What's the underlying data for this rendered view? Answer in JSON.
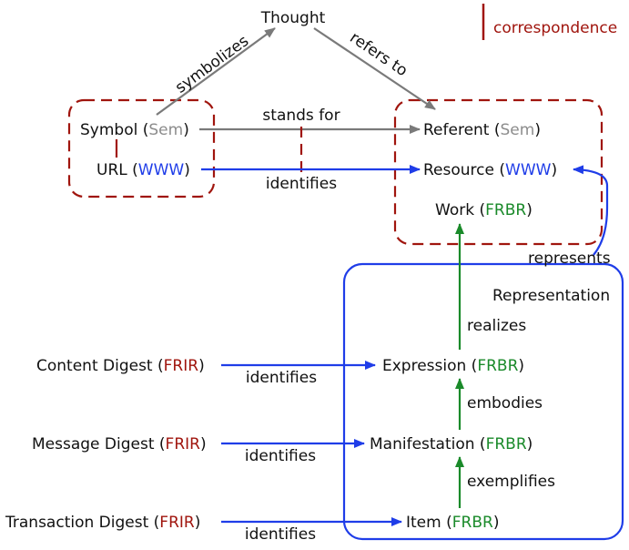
{
  "colors": {
    "black": "#111111",
    "gray": "#7a7a7a",
    "sem": "#8c8c8c",
    "www": "#1f3de8",
    "frbr": "#1a8a2a",
    "frir": "#a0150e",
    "correspondence": "#a0150e",
    "representation": "#1f3de8"
  },
  "legend": {
    "label": "correspondence"
  },
  "triangle": {
    "thought": "Thought",
    "symbolizes": "symbolizes",
    "refers_to": "refers to",
    "stands_for": "stands for"
  },
  "symbol": {
    "name": "Symbol",
    "tag": "Sem"
  },
  "url": {
    "name": "URL",
    "tag": "WWW"
  },
  "referent": {
    "name": "Referent",
    "tag": "Sem"
  },
  "resource": {
    "name": "Resource",
    "tag": "WWW"
  },
  "work": {
    "name": "Work",
    "tag": "FRBR"
  },
  "edges": {
    "identifies_url": "identifies",
    "represents": "represents",
    "realizes": "realizes",
    "embodies": "embodies",
    "exemplifies": "exemplifies",
    "identifies_content": "identifies",
    "identifies_message": "identifies",
    "identifies_transaction": "identifies"
  },
  "representation": {
    "label": "Representation"
  },
  "expression": {
    "name": "Expression",
    "tag": "FRBR"
  },
  "manifestation": {
    "name": "Manifestation",
    "tag": "FRBR"
  },
  "item": {
    "name": "Item",
    "tag": "FRBR"
  },
  "content_digest": {
    "name": "Content Digest",
    "tag": "FRIR"
  },
  "message_digest": {
    "name": "Message Digest",
    "tag": "FRIR"
  },
  "transaction_digest": {
    "name": "Transaction Digest",
    "tag": "FRIR"
  }
}
